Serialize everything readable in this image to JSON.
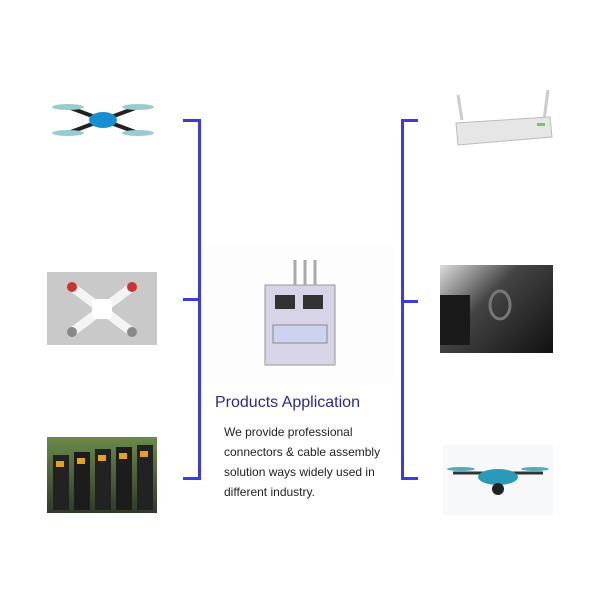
{
  "heading": "Products Application",
  "description_lines": [
    "We provide professional",
    "connectors & cable assembly",
    "solution ways widely used in",
    "different industry."
  ],
  "accent_color": "#3b3be6",
  "images": {
    "left": [
      "quadcopter-drone",
      "white-drone",
      "industrial-inverters"
    ],
    "right": [
      "tv-box-router",
      "car-interior",
      "camera-drone"
    ],
    "center": "usb-connector"
  }
}
